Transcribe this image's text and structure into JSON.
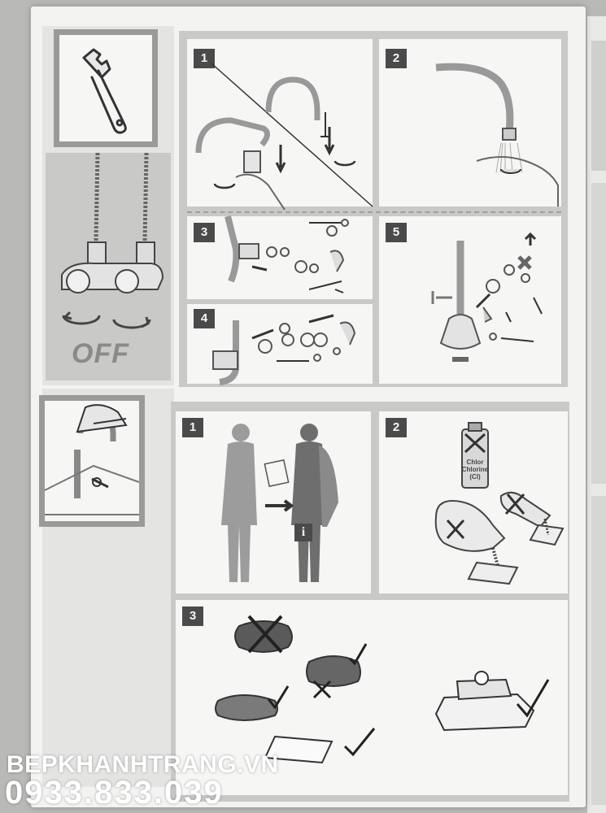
{
  "section_top": {
    "steps": [
      "1",
      "2",
      "3",
      "4",
      "5"
    ],
    "off_label": "OFF",
    "icons": [
      "wrench-icon",
      "valve-icon"
    ]
  },
  "section_bottom": {
    "steps": [
      "1",
      "2",
      "3"
    ],
    "info_symbol": "i",
    "chemical_label": "Chlor\nChlorine\n(Cl)"
  },
  "watermark": {
    "site": "BEPKHANHTRANG.VN",
    "phone": "0933.833.039"
  },
  "colors": {
    "panel": "#c9c9c8",
    "frame": "#9a9a99",
    "number_box": "#4a4a4a",
    "paper": "#f3f3f2"
  }
}
